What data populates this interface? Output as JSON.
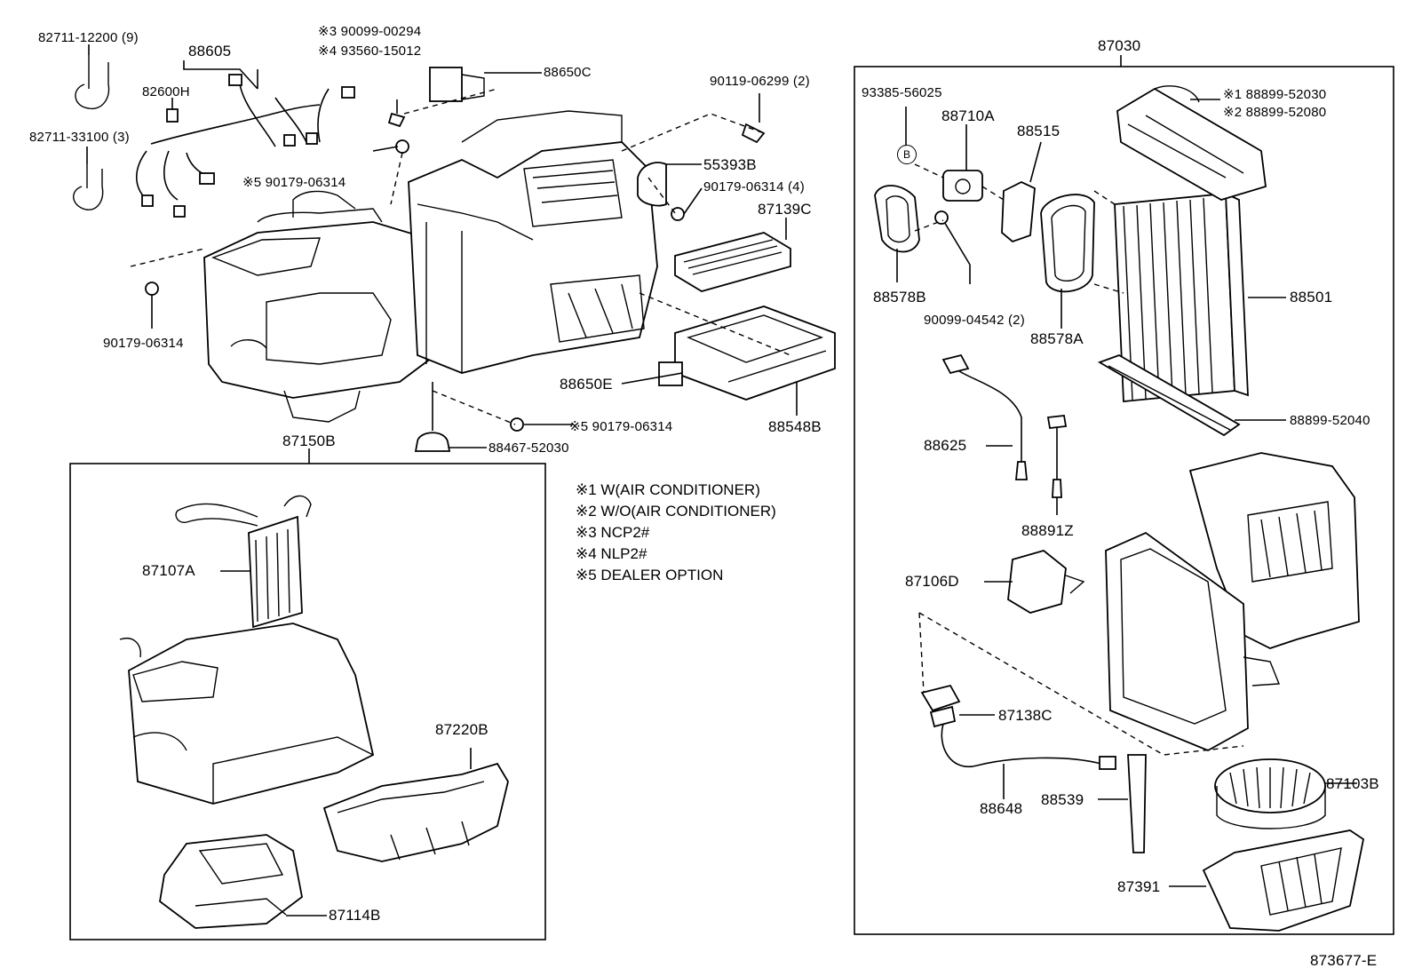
{
  "labels": {
    "p_82711_12200": "82711-12200 (9)",
    "p_88605": "88605",
    "p_82600h": "82600H",
    "p_82711_33100": "82711-33100 (3)",
    "p_m3_90099_00294": "※3 90099-00294",
    "p_m4_93560_15012": "※4 93560-15012",
    "p_88650c": "88650C",
    "p_90119_06299": "90119-06299 (2)",
    "p_m5_90179_06314_top": "※5 90179-06314",
    "p_55393b": "55393B",
    "p_90179_06314_4": "90179-06314 (4)",
    "p_87139c": "87139C",
    "p_90179_06314_left": "90179-06314",
    "p_88650e": "88650E",
    "p_88548b": "88548B",
    "p_m5_90179_06314_bottom": "※5 90179-06314",
    "p_88467_52030": "88467-52030",
    "p_87150b": "87150B",
    "p_87107a": "87107A",
    "p_87220b": "87220B",
    "p_87114b": "87114B",
    "p_87030": "87030",
    "p_93385_56025": "93385-56025",
    "p_88710a": "88710A",
    "p_88515": "88515",
    "p_m1_88899_52030": "※1 88899-52030",
    "p_m2_88899_52080": "※2 88899-52080",
    "p_88578b": "88578B",
    "p_90099_04542": "90099-04542 (2)",
    "p_88578a": "88578A",
    "p_88501": "88501",
    "p_88899_52040": "88899-52040",
    "p_88625": "88625",
    "p_88891z": "88891Z",
    "p_87106d": "87106D",
    "p_87138c": "87138C",
    "p_88648": "88648",
    "p_88539": "88539",
    "p_87103b": "87103B",
    "p_87391": "87391",
    "ref_mark_b": "B",
    "diagram_code": "873677-E"
  },
  "notes": [
    "※1 W(AIR CONDITIONER)",
    "※2 W/O(AIR CONDITIONER)",
    "※3 NCP2#",
    "※4 NLP2#",
    "※5 DEALER OPTION"
  ]
}
